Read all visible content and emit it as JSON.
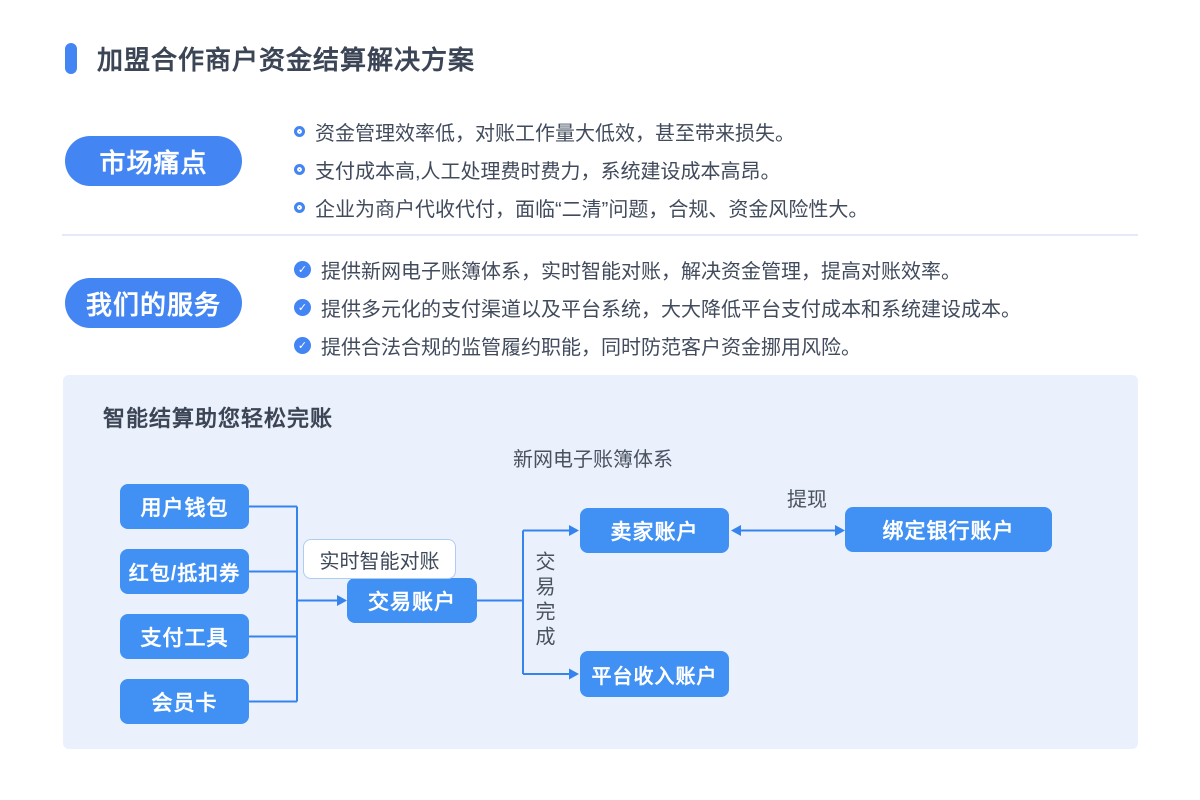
{
  "page": {
    "title": "加盟合作商户资金结算解决方案"
  },
  "sections": [
    {
      "label": "市场痛点",
      "bullet_icon": "bullseye-icon",
      "items": [
        "资金管理效率低，对账工作量大低效，甚至带来损失。",
        "支付成本高,人工处理费时费力，系统建设成本高昂。",
        "企业为商户代收代付，面临“二清”问题，合规、资金风险性大。"
      ]
    },
    {
      "label": "我们的服务",
      "bullet_icon": "check-circle-icon",
      "check_glyph": "✓",
      "items": [
        "提供新网电子账簿体系，实时智能对账，解决资金管理，提高对账效率。",
        "提供多元化的支付渠道以及平台系统，大大降低平台支付成本和系统建设成本。",
        "提供合法合规的监管履约职能，同时防范客户资金挪用风险。"
      ]
    }
  ],
  "diagram": {
    "heading": "智能结算助您轻松完账",
    "system_label": "新网电子账簿体系",
    "sources": [
      "用户钱包",
      "红包/抵扣券",
      "支付工具",
      "会员卡"
    ],
    "reconcile_label": "实时智能对账",
    "transaction_account": "交易账户",
    "flow_label_vertical": "交易完成",
    "seller_account": "卖家账户",
    "withdraw_label": "提现",
    "bank_account": "绑定银行账户",
    "platform_account": "平台收入账户"
  },
  "colors": {
    "accent_blue": "#4385F3",
    "box_blue": "#4190F4",
    "line_blue": "#3584EE",
    "panel_bg": "#EAF0FC",
    "title_text": "#3C4555",
    "body_text": "#414B5C",
    "divider": "#E6EAF8"
  }
}
